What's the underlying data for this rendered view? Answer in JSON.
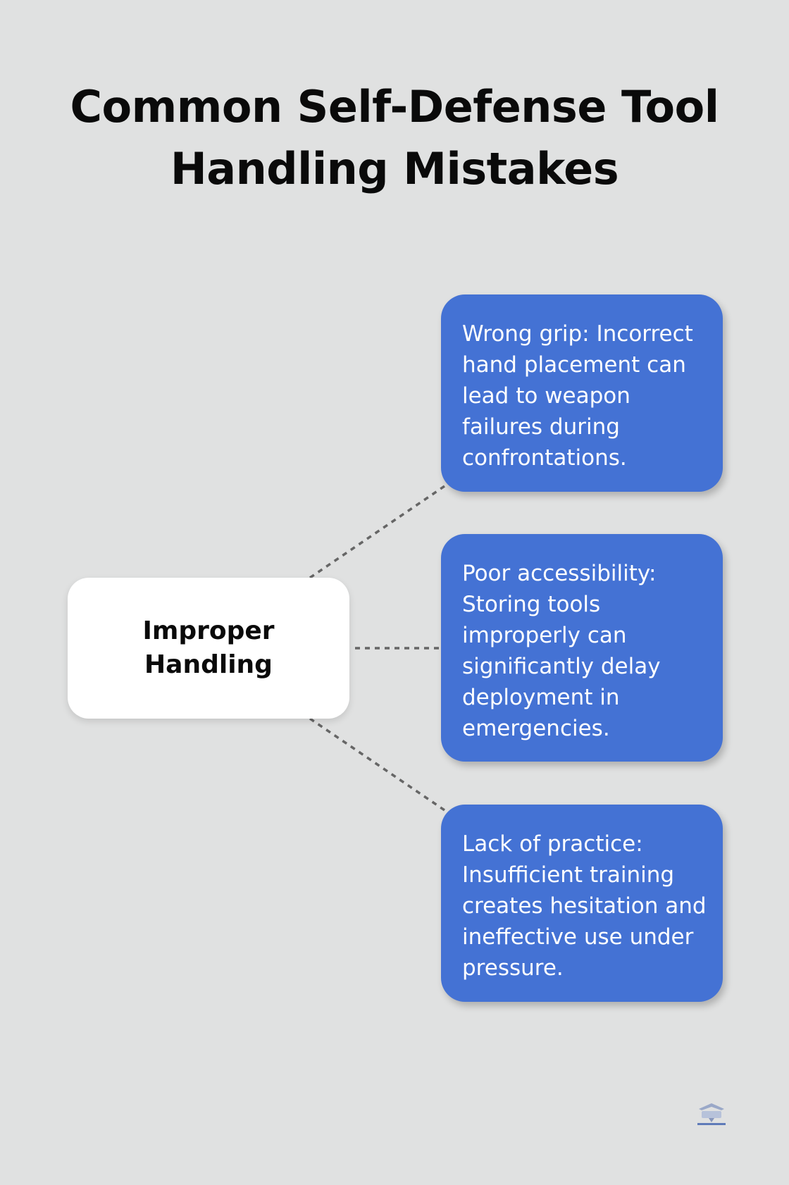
{
  "title": {
    "line1": "Common Self-Defense Tool",
    "line2": "Handling Mistakes"
  },
  "center_node": {
    "line1": "Improper",
    "line2": "Handling"
  },
  "cards": [
    {
      "lines": [
        "Wrong grip: Incorrect",
        "hand placement can",
        "lead to weapon",
        "failures during",
        "confrontations."
      ]
    },
    {
      "lines": [
        "Poor accessibility:",
        "Storing tools",
        "improperly can",
        "significantly delay",
        "deployment in",
        "emergencies."
      ]
    },
    {
      "lines": [
        "Lack of practice:",
        "Insufficient training",
        "creates hesitation and",
        "ineffective use under",
        "pressure."
      ]
    }
  ],
  "colors": {
    "background": "#e0e1e1",
    "card": "#4472d4",
    "center_node": "#ffffff",
    "connector": "#666666"
  },
  "icons": [
    "logo-icon"
  ]
}
